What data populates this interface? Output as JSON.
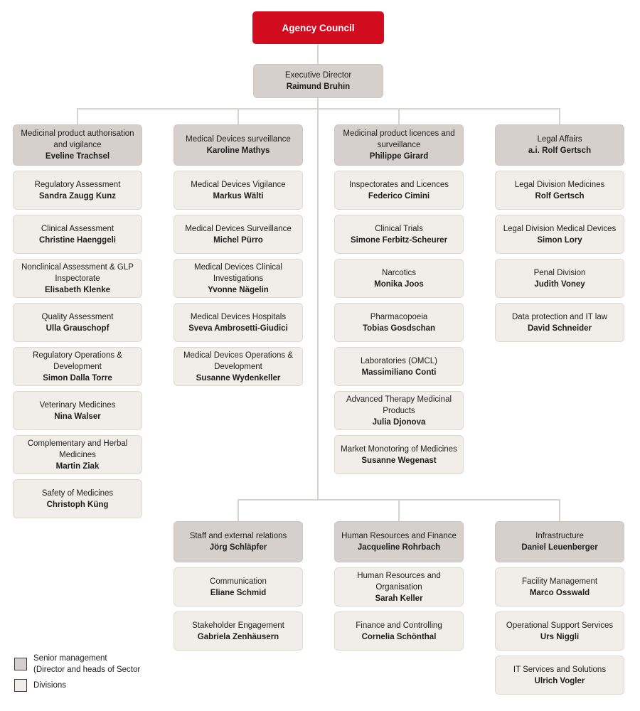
{
  "colors": {
    "accent_red": "#d20b1e",
    "senior_management_box": "#d6d0cd",
    "division_box": "#f1eee9",
    "connector_line": "#d9d3cf"
  },
  "root": {
    "title": "Agency Council"
  },
  "director": {
    "role": "Executive Director",
    "name": "Raimund Bruhin"
  },
  "sectors": [
    {
      "head": {
        "title": "Medicinal product authorisation and vigilance",
        "name": "Eveline Trachsel"
      },
      "divisions": [
        {
          "title": "Regulatory Assessment",
          "name": "Sandra Zaugg Kunz"
        },
        {
          "title": "Clinical Assessment",
          "name": "Christine Haenggeli"
        },
        {
          "title": "Nonclinical Assessment & GLP Inspectorate",
          "name": "Elisabeth Klenke"
        },
        {
          "title": "Quality Assessment",
          "name": "Ulla Grauschopf"
        },
        {
          "title": "Regulatory Operations & Development",
          "name": "Simon Dalla Torre"
        },
        {
          "title": "Veterinary Medicines",
          "name": "Nina Walser"
        },
        {
          "title": "Complementary and Herbal Medicines",
          "name": "Martin Ziak"
        },
        {
          "title": "Safety of Medicines",
          "name": "Christoph Küng"
        }
      ]
    },
    {
      "head": {
        "title": "Medical Devices surveillance",
        "name": "Karoline Mathys"
      },
      "divisions": [
        {
          "title": "Medical Devices Vigilance",
          "name": "Markus Wälti"
        },
        {
          "title": "Medical Devices Surveillance",
          "name": "Michel Pürro"
        },
        {
          "title": "Medical Devices Clinical Investigations",
          "name": "Yvonne Nägelin"
        },
        {
          "title": "Medical Devices Hospitals",
          "name": "Sveva Ambrosetti-Giudici"
        },
        {
          "title": "Medical Devices Operations & Development",
          "name": "Susanne Wydenkeller"
        }
      ]
    },
    {
      "head": {
        "title": "Medicinal product licences and surveillance",
        "name": "Philippe Girard"
      },
      "divisions": [
        {
          "title": "Inspectorates and Licences",
          "name": "Federico Cimini"
        },
        {
          "title": "Clinical Trials",
          "name": "Simone Ferbitz-Scheurer"
        },
        {
          "title": "Narcotics",
          "name": "Monika Joos"
        },
        {
          "title": "Pharmacopoeia",
          "name": "Tobias Gosdschan"
        },
        {
          "title": "Laboratories (OMCL)",
          "name": "Massimiliano Conti"
        },
        {
          "title": "Advanced Therapy Medicinal Products",
          "name": "Julia Djonova"
        },
        {
          "title": "Market Monotoring of Medicines",
          "name": "Susanne Wegenast"
        }
      ]
    },
    {
      "head": {
        "title": "Legal Affairs",
        "name": "a.i. Rolf Gertsch"
      },
      "divisions": [
        {
          "title": "Legal Division Medicines",
          "name": "Rolf Gertsch"
        },
        {
          "title": "Legal Division Medical Devices",
          "name": "Simon Lory"
        },
        {
          "title": "Penal Division",
          "name": "Judith Voney"
        },
        {
          "title": "Data protection and IT law",
          "name": "David Schneider"
        }
      ]
    }
  ],
  "bottom_sectors": [
    {
      "head": {
        "title": "Staff and external relations",
        "name": "Jörg Schläpfer"
      },
      "divisions": [
        {
          "title": "Communication",
          "name": "Eliane Schmid"
        },
        {
          "title": "Stakeholder Engagement",
          "name": "Gabriela Zenhäusern"
        }
      ]
    },
    {
      "head": {
        "title": "Human Resources and Finance",
        "name": "Jacqueline Rohrbach"
      },
      "divisions": [
        {
          "title": "Human Resources and Organisation",
          "name": "Sarah Keller"
        },
        {
          "title": "Finance and Controlling",
          "name": "Cornelia Schönthal"
        }
      ]
    },
    {
      "head": {
        "title": "Infrastructure",
        "name": "Daniel Leuenberger"
      },
      "divisions": [
        {
          "title": "Facility Management",
          "name": "Marco Osswald"
        },
        {
          "title": "Operational Support Services",
          "name": "Urs Niggli"
        },
        {
          "title": "IT Services and Solutions",
          "name": "Ulrich Vogler"
        }
      ]
    }
  ],
  "legend": {
    "senior_line1": "Senior management",
    "senior_line2": "(Director and heads of Sector",
    "divisions_label": "Divisions"
  }
}
